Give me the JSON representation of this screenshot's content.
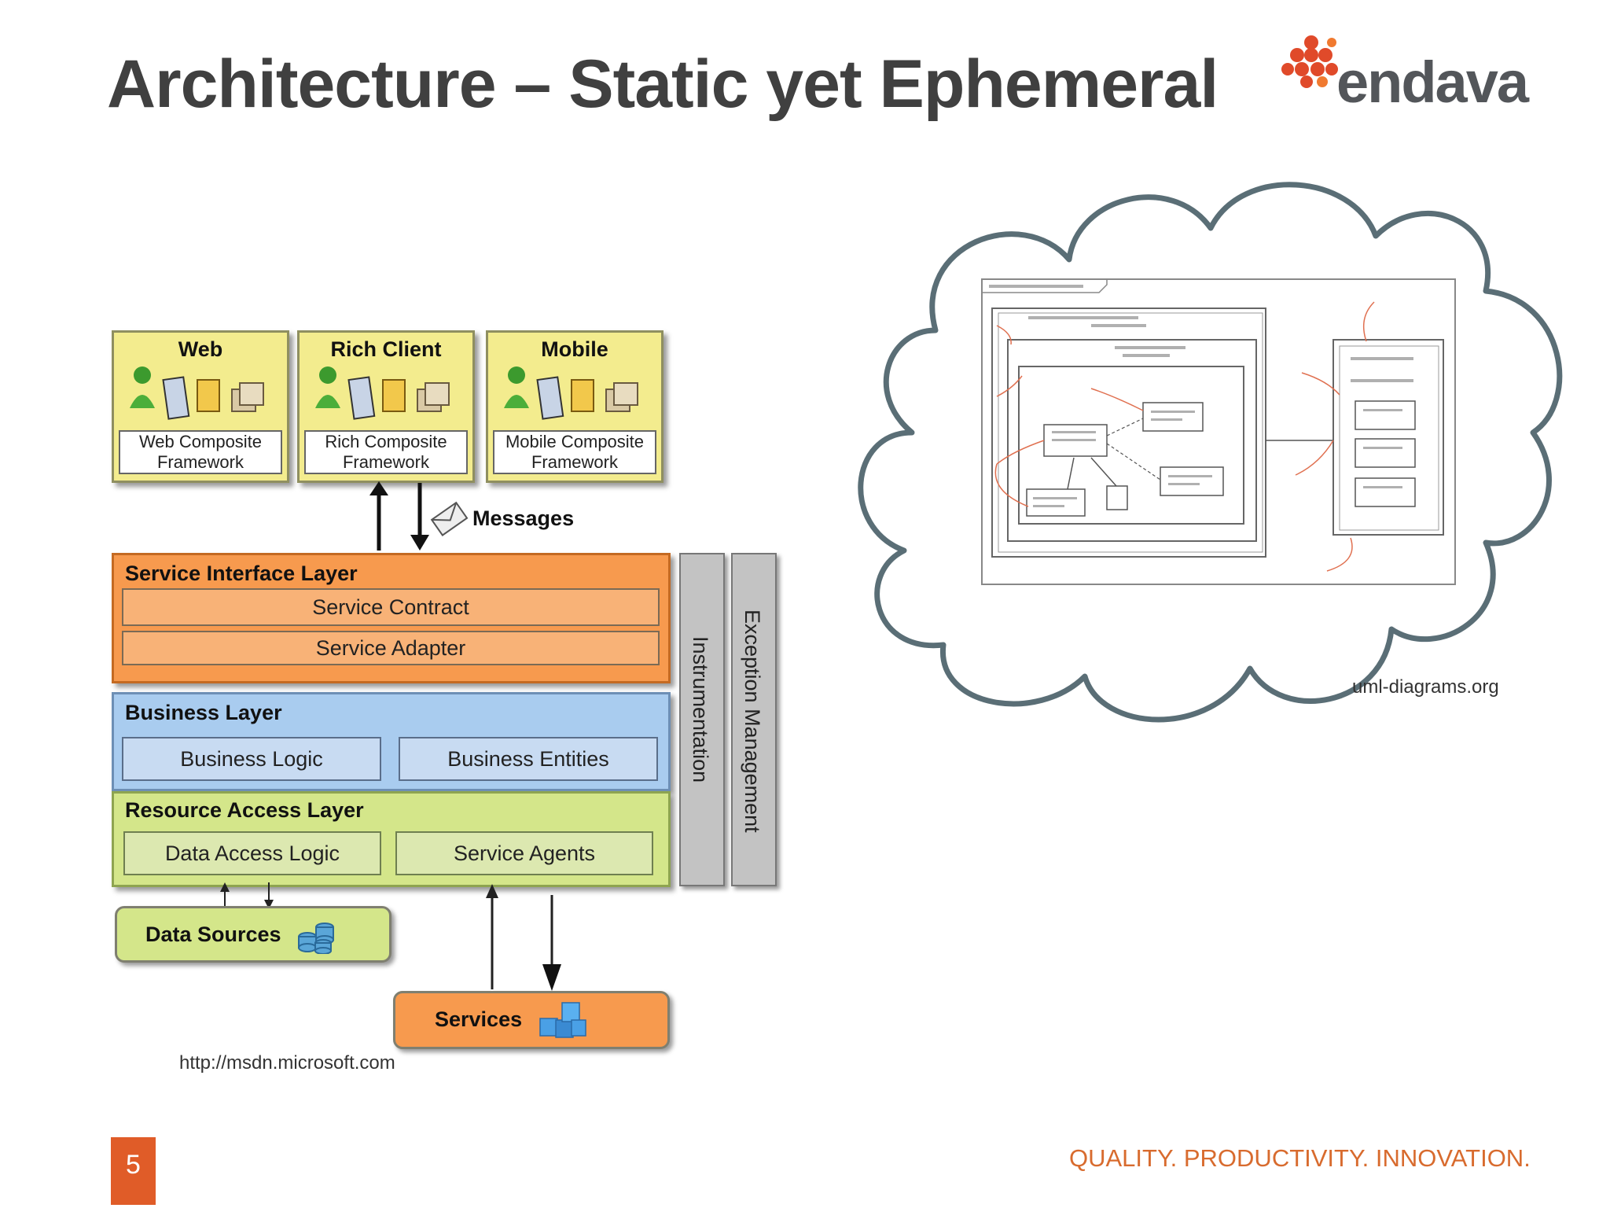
{
  "slide": {
    "title": "Architecture – Static yet Ephemeral",
    "logo_text": "endava",
    "tagline": "QUALITY. PRODUCTIVITY.  INNOVATION.",
    "page_number": "5"
  },
  "left_diagram": {
    "clients": [
      {
        "title": "Web",
        "sub1": "Web Composite",
        "sub2": "Framework"
      },
      {
        "title": "Rich Client",
        "sub1": "Rich Composite",
        "sub2": "Framework"
      },
      {
        "title": "Mobile",
        "sub1": "Mobile Composite",
        "sub2": "Framework"
      }
    ],
    "messages_label": "Messages",
    "service_interface": {
      "title": "Service Interface Layer",
      "items": [
        "Service Contract",
        "Service Adapter"
      ]
    },
    "business": {
      "title": "Business Layer",
      "items": [
        "Business Logic",
        "Business Entities"
      ]
    },
    "resource_access": {
      "title": "Resource Access Layer",
      "items": [
        "Data Access Logic",
        "Service Agents"
      ]
    },
    "cross_cutting": [
      "Instrumentation",
      "Exception Management"
    ],
    "data_sources": "Data Sources",
    "services": "Services",
    "source": "http://msdn.microsoft.com"
  },
  "right_diagram": {
    "source": "uml-diagrams.org"
  },
  "colors": {
    "accent": "#e05c28",
    "service_layer": "#f79a4e",
    "business_layer": "#a9ccef",
    "resource_layer": "#d4e68a",
    "client_card": "#f3ec8e",
    "cloud_stroke": "#5a6e76"
  },
  "icons": [
    "endava-logo",
    "user-icon",
    "document-icon",
    "folder-icon",
    "package-icon",
    "envelope-icon",
    "database-icon",
    "cubes-icon"
  ]
}
